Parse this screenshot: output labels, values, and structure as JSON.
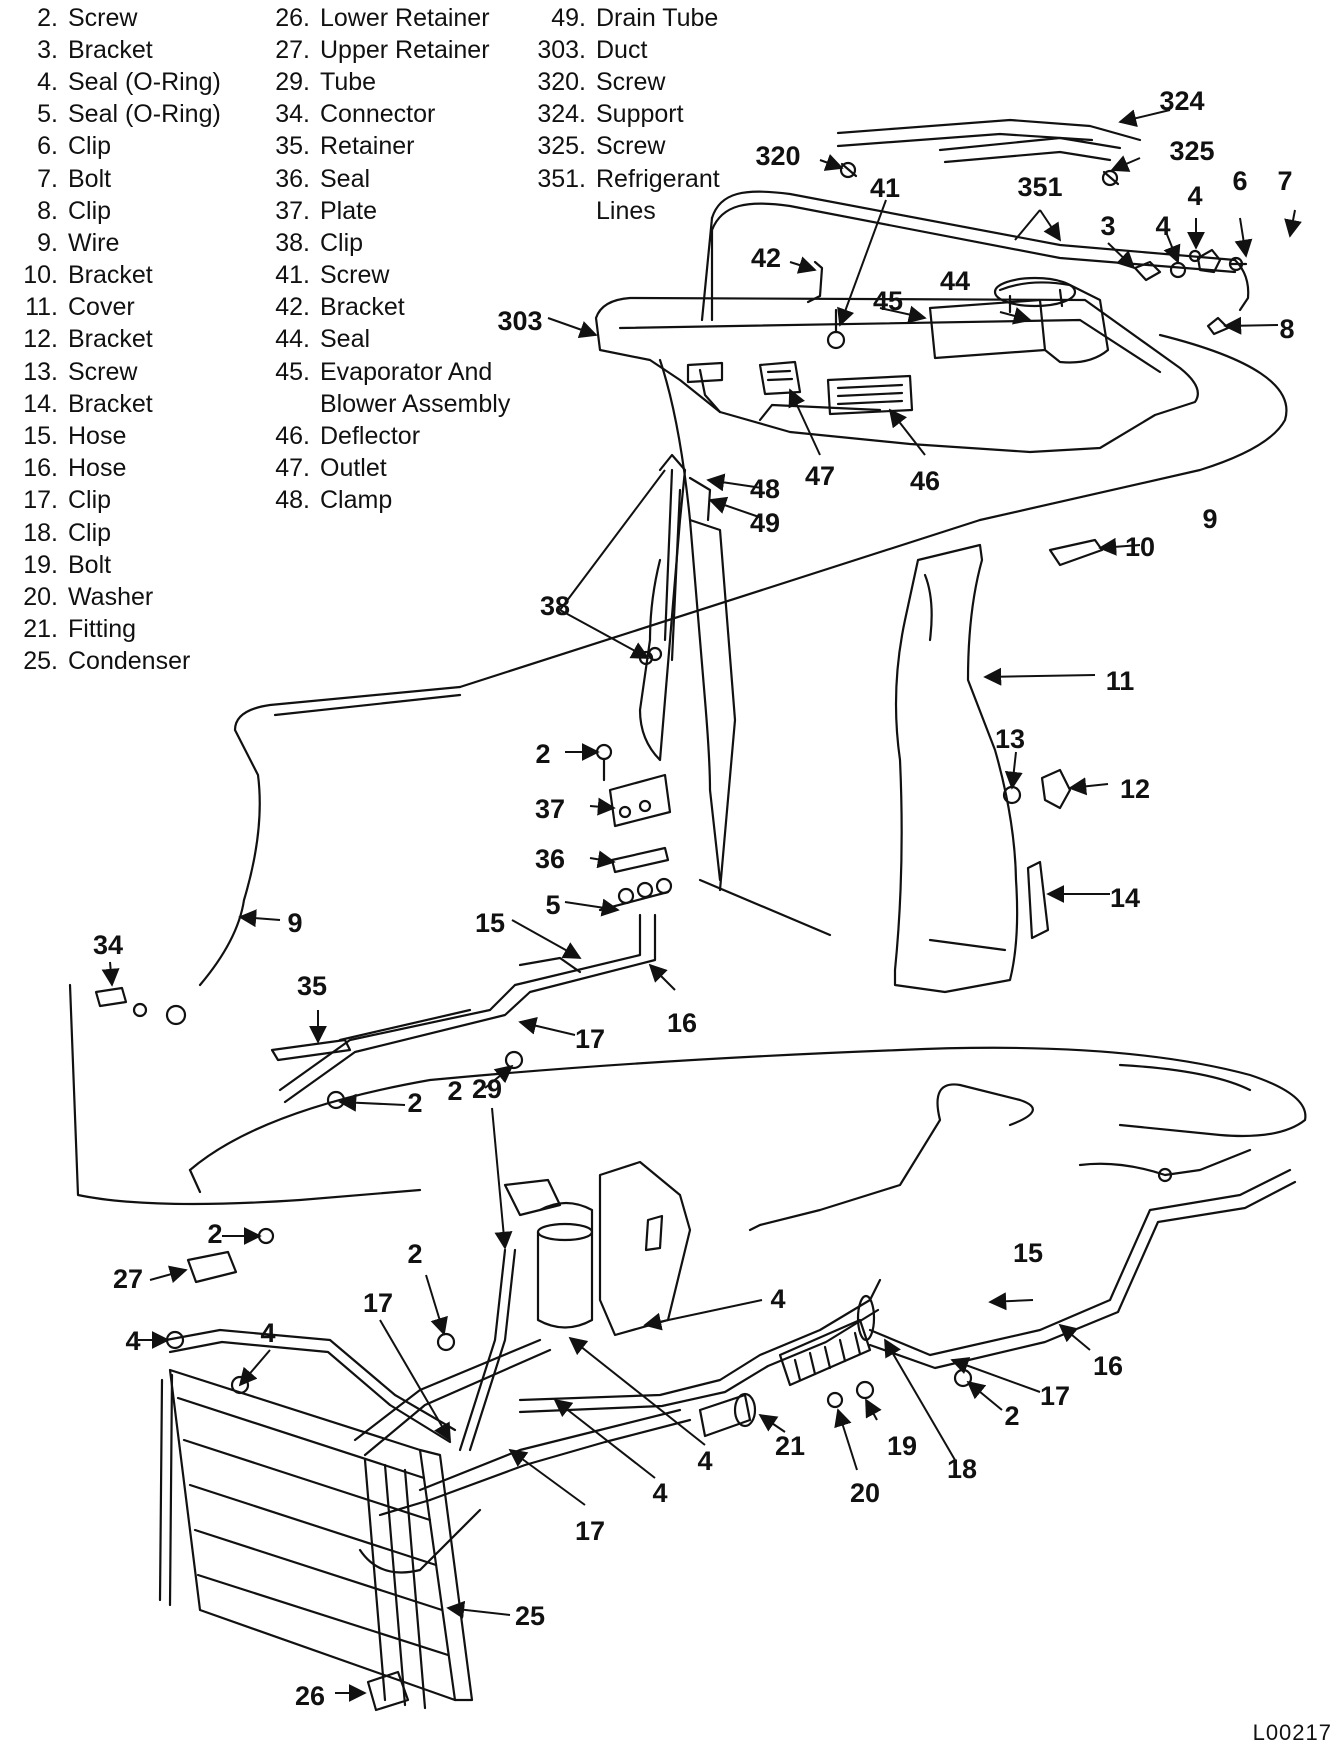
{
  "legend": {
    "columns": [
      [
        {
          "num": "2.",
          "label": "Screw"
        },
        {
          "num": "3.",
          "label": "Bracket"
        },
        {
          "num": "4.",
          "label": "Seal (O-Ring)"
        },
        {
          "num": "5.",
          "label": "Seal (O-Ring)"
        },
        {
          "num": "6.",
          "label": "Clip"
        },
        {
          "num": "7.",
          "label": "Bolt"
        },
        {
          "num": "8.",
          "label": "Clip"
        },
        {
          "num": "9.",
          "label": "Wire"
        },
        {
          "num": "10.",
          "label": "Bracket"
        },
        {
          "num": "11.",
          "label": "Cover"
        },
        {
          "num": "12.",
          "label": "Bracket"
        },
        {
          "num": "13.",
          "label": "Screw"
        },
        {
          "num": "14.",
          "label": "Bracket"
        },
        {
          "num": "15.",
          "label": "Hose"
        },
        {
          "num": "16.",
          "label": "Hose"
        },
        {
          "num": "17.",
          "label": "Clip"
        },
        {
          "num": "18.",
          "label": "Clip"
        },
        {
          "num": "19.",
          "label": "Bolt"
        },
        {
          "num": "20.",
          "label": "Washer"
        },
        {
          "num": "21.",
          "label": "Fitting"
        },
        {
          "num": "25.",
          "label": "Condenser"
        }
      ],
      [
        {
          "num": "26.",
          "label": "Lower Retainer"
        },
        {
          "num": "27.",
          "label": "Upper Retainer"
        },
        {
          "num": "29.",
          "label": "Tube"
        },
        {
          "num": "34.",
          "label": "Connector"
        },
        {
          "num": "35.",
          "label": "Retainer"
        },
        {
          "num": "36.",
          "label": "Seal"
        },
        {
          "num": "37.",
          "label": "Plate"
        },
        {
          "num": "38.",
          "label": "Clip"
        },
        {
          "num": "41.",
          "label": "Screw"
        },
        {
          "num": "42.",
          "label": "Bracket"
        },
        {
          "num": "44.",
          "label": "Seal"
        },
        {
          "num": "45.",
          "label": "Evaporator And"
        },
        {
          "num": "",
          "label": "Blower Assembly"
        },
        {
          "num": "46.",
          "label": "Deflector"
        },
        {
          "num": "47.",
          "label": "Outlet"
        },
        {
          "num": "48.",
          "label": "Clamp"
        }
      ],
      [
        {
          "num": "49.",
          "label": "Drain Tube"
        },
        {
          "num": "303.",
          "label": "Duct"
        },
        {
          "num": "320.",
          "label": "Screw"
        },
        {
          "num": "324.",
          "label": "Support"
        },
        {
          "num": "325.",
          "label": "Screw"
        },
        {
          "num": "351.",
          "label": "Refrigerant"
        },
        {
          "num": "",
          "label": "Lines"
        }
      ]
    ]
  },
  "callouts": [
    {
      "text": "324"
    },
    {
      "text": "320"
    },
    {
      "text": "325"
    },
    {
      "text": "41"
    },
    {
      "text": "351"
    },
    {
      "text": "3"
    },
    {
      "text": "4"
    },
    {
      "text": "4"
    },
    {
      "text": "6"
    },
    {
      "text": "7"
    },
    {
      "text": "42"
    },
    {
      "text": "44"
    },
    {
      "text": "45"
    },
    {
      "text": "8"
    },
    {
      "text": "303"
    },
    {
      "text": "47"
    },
    {
      "text": "46"
    },
    {
      "text": "48"
    },
    {
      "text": "49"
    },
    {
      "text": "9"
    },
    {
      "text": "10"
    },
    {
      "text": "38"
    },
    {
      "text": "11"
    },
    {
      "text": "13"
    },
    {
      "text": "12"
    },
    {
      "text": "2"
    },
    {
      "text": "37"
    },
    {
      "text": "36"
    },
    {
      "text": "14"
    },
    {
      "text": "5"
    },
    {
      "text": "15"
    },
    {
      "text": "9"
    },
    {
      "text": "34"
    },
    {
      "text": "35"
    },
    {
      "text": "16"
    },
    {
      "text": "17"
    },
    {
      "text": "2"
    },
    {
      "text": "2"
    },
    {
      "text": "2"
    },
    {
      "text": "29"
    },
    {
      "text": "27"
    },
    {
      "text": "2"
    },
    {
      "text": "17"
    },
    {
      "text": "4"
    },
    {
      "text": "4"
    },
    {
      "text": "4"
    },
    {
      "text": "15"
    },
    {
      "text": "16"
    },
    {
      "text": "17"
    },
    {
      "text": "2"
    },
    {
      "text": "21"
    },
    {
      "text": "19"
    },
    {
      "text": "18"
    },
    {
      "text": "20"
    },
    {
      "text": "4"
    },
    {
      "text": "4"
    },
    {
      "text": "17"
    },
    {
      "text": "25"
    },
    {
      "text": "26"
    }
  ],
  "figure_id": "L00217"
}
